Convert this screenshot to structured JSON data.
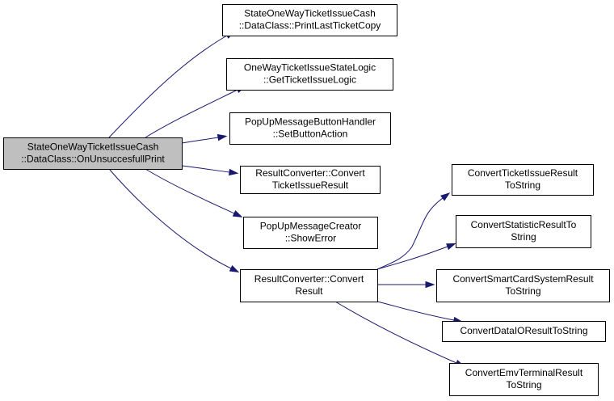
{
  "graph": {
    "edge_color": "#191970",
    "nodes": [
      {
        "id": "root",
        "lines": [
          "StateOneWayTicketIssueCash",
          "::DataClass::OnUnsuccesfullPrint"
        ],
        "highlight": true,
        "fill": "#bfbfbf"
      },
      {
        "id": "n1",
        "lines": [
          "StateOneWayTicketIssueCash",
          "::DataClass::PrintLastTicketCopy"
        ]
      },
      {
        "id": "n2",
        "lines": [
          "OneWayTicketIssueStateLogic",
          "::GetTicketIssueLogic"
        ]
      },
      {
        "id": "n3",
        "lines": [
          "PopUpMessageButtonHandler",
          "::SetButtonAction"
        ]
      },
      {
        "id": "n4",
        "lines": [
          "ResultConverter::Convert",
          "TicketIssueResult"
        ]
      },
      {
        "id": "n5",
        "lines": [
          "PopUpMessageCreator",
          "::ShowError"
        ]
      },
      {
        "id": "n6",
        "lines": [
          "ResultConverter::Convert",
          "Result"
        ]
      },
      {
        "id": "n7",
        "lines": [
          "ConvertTicketIssueResult",
          "ToString"
        ]
      },
      {
        "id": "n8",
        "lines": [
          "ConvertStatisticResultTo",
          "String"
        ]
      },
      {
        "id": "n9",
        "lines": [
          "ConvertSmartCardSystemResult",
          "ToString"
        ]
      },
      {
        "id": "n10",
        "lines": [
          "ConvertDataIOResultToString"
        ]
      },
      {
        "id": "n11",
        "lines": [
          "ConvertEmvTerminalResult",
          "ToString"
        ]
      }
    ],
    "edges": [
      {
        "from": "root",
        "to": "n1"
      },
      {
        "from": "root",
        "to": "n2"
      },
      {
        "from": "root",
        "to": "n3"
      },
      {
        "from": "root",
        "to": "n4"
      },
      {
        "from": "root",
        "to": "n5"
      },
      {
        "from": "root",
        "to": "n6"
      },
      {
        "from": "n6",
        "to": "n7"
      },
      {
        "from": "n6",
        "to": "n8"
      },
      {
        "from": "n6",
        "to": "n9"
      },
      {
        "from": "n6",
        "to": "n10"
      },
      {
        "from": "n6",
        "to": "n11"
      }
    ]
  }
}
